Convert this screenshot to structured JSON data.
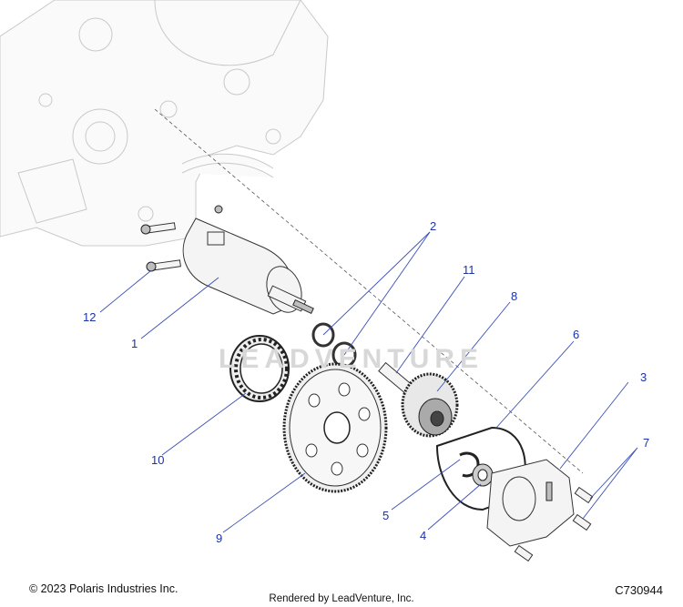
{
  "callouts": {
    "c1": "1",
    "c2": "2",
    "c3": "3",
    "c4": "4",
    "c5": "5",
    "c6": "6",
    "c7": "7",
    "c8": "8",
    "c9": "9",
    "c10": "10",
    "c11": "11",
    "c12": "12"
  },
  "watermark": "LEADVENTURE",
  "footer": {
    "copyright": "© 2023 Polaris Industries Inc.",
    "rendered_by": "Rendered by LeadVenture, Inc.",
    "diagram_id": "C730944"
  },
  "colors": {
    "callout_text": "#1a33a8",
    "leader_line": "#3a4fb8"
  }
}
